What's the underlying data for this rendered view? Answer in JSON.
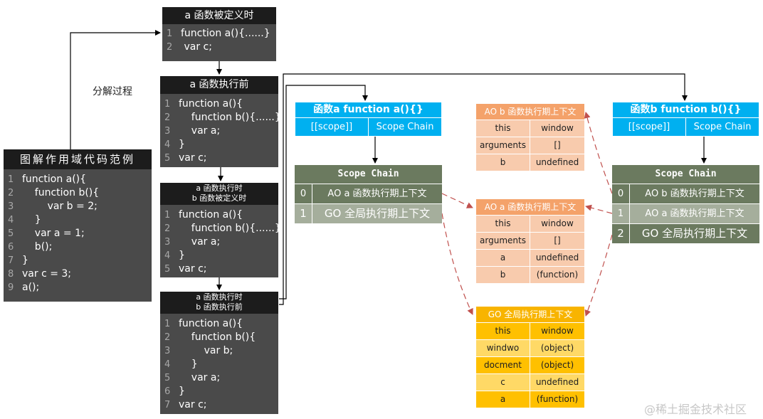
{
  "label_process": "分解过程",
  "watermark": "@稀土掘金技术社区",
  "panels": {
    "example": {
      "title": "图解作用域代码范例",
      "lines": [
        {
          "n": "1",
          "t": "function a(){"
        },
        {
          "n": "2",
          "t": "    function b(){"
        },
        {
          "n": "3",
          "t": "        var b = 2;"
        },
        {
          "n": "4",
          "t": "    }"
        },
        {
          "n": "5",
          "t": "    var a = 1;"
        },
        {
          "n": "6",
          "t": "    b();"
        },
        {
          "n": "7",
          "t": "}"
        },
        {
          "n": "8",
          "t": "var c = 3;"
        },
        {
          "n": "9",
          "t": "a();"
        }
      ]
    },
    "a_defined": {
      "title": "a 函数被定义时",
      "lines": [
        {
          "n": "1",
          "t": "function a(){......}"
        },
        {
          "n": "2",
          "t": " var c;"
        }
      ]
    },
    "a_before": {
      "title": "a 函数执行前",
      "lines": [
        {
          "n": "1",
          "t": "function a(){"
        },
        {
          "n": "2",
          "t": "    function b(){......}"
        },
        {
          "n": "3",
          "t": "    var a;"
        },
        {
          "n": "4",
          "t": "}"
        },
        {
          "n": "5",
          "t": "var c;"
        }
      ]
    },
    "a_exec_b_def": {
      "title_line1": "a 函数执行时",
      "title_line2": "b 函数被定义时",
      "lines": [
        {
          "n": "1",
          "t": "function a(){"
        },
        {
          "n": "2",
          "t": "    function b(){......}"
        },
        {
          "n": "3",
          "t": "    var a;"
        },
        {
          "n": "4",
          "t": "}"
        },
        {
          "n": "5",
          "t": "var c;"
        }
      ]
    },
    "a_exec_b_exec": {
      "title_line1": "a 函数执行时",
      "title_line2": "b 函数执行前",
      "lines": [
        {
          "n": "1",
          "t": "function a(){"
        },
        {
          "n": "2",
          "t": "    function b(){"
        },
        {
          "n": "3",
          "t": "        var b;"
        },
        {
          "n": "4",
          "t": "    }"
        },
        {
          "n": "5",
          "t": "    var a;"
        },
        {
          "n": "6",
          "t": "}"
        },
        {
          "n": "7",
          "t": "var c;"
        }
      ]
    }
  },
  "fn_a": {
    "title": "函数a function a(){}",
    "scope_key": "[[scope]]",
    "scope_val": "Scope Chain"
  },
  "fn_b": {
    "title": "函数b function b(){}",
    "scope_key": "[[scope]]",
    "scope_val": "Scope Chain"
  },
  "scope_a": {
    "title": "Scope Chain",
    "rows": [
      {
        "i": "0",
        "v": "AO a 函数执行期上下文"
      },
      {
        "i": "1",
        "v": "GO 全局执行期上下文"
      }
    ]
  },
  "scope_b": {
    "title": "Scope Chain",
    "rows": [
      {
        "i": "0",
        "v": "AO b 函数执行期上下文"
      },
      {
        "i": "1",
        "v": "AO a 函数执行期上下文"
      },
      {
        "i": "2",
        "v": "GO 全局执行期上下文"
      }
    ]
  },
  "ao_b": {
    "title": "AO b 函数执行期上下文",
    "rows": [
      {
        "k": "this",
        "v": "window"
      },
      {
        "k": "arguments",
        "v": "[]"
      },
      {
        "k": "b",
        "v": "undefined"
      }
    ]
  },
  "ao_a": {
    "title": "AO a 函数执行期上下文",
    "rows": [
      {
        "k": "this",
        "v": "window"
      },
      {
        "k": "arguments",
        "v": "[]"
      },
      {
        "k": "a",
        "v": "undefined"
      },
      {
        "k": "b",
        "v": "(function)"
      }
    ]
  },
  "go": {
    "title": "GO 全局执行期上下文",
    "rows": [
      {
        "k": "this",
        "v": "window"
      },
      {
        "k": "windwo",
        "v": "(object)"
      },
      {
        "k": "docment",
        "v": "(object)"
      },
      {
        "k": "c",
        "v": "undefined"
      },
      {
        "k": "a",
        "v": "(function)"
      }
    ]
  },
  "colors": {
    "code_bg": "#4a4a4a",
    "title_bg": "#1c1c1c",
    "blue": "#00b0f0",
    "scope_dark": "#6b7a5f",
    "scope_light": "#a5ae9c",
    "orange_head": "#f4a26a",
    "orange_cell": "#f8cbad",
    "gold_head": "#f8b400",
    "gold_cell": "#ffd966",
    "arrow_red": "#c0504d"
  }
}
